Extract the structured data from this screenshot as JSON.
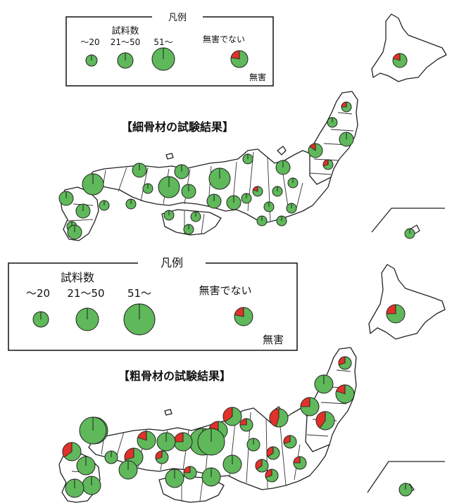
{
  "colors": {
    "harmless": "#5fb85a",
    "not_harmless": "#e0322a",
    "outline": "#222222",
    "land": "#ffffff"
  },
  "upper": {
    "title": "【細骨材の試験結果】",
    "legend": {
      "title": "凡例",
      "sample_count_label": "試料数",
      "size_classes": [
        "〜20",
        "21〜50",
        "51〜"
      ],
      "not_harmless_label": "無害でない",
      "harmless_label": "無害"
    },
    "pies": [
      {
        "region": "hokkaido",
        "size_class": 1,
        "not_harmless_fraction": 0.2
      },
      {
        "region": "tohoku-1",
        "size_class": 0,
        "not_harmless_fraction": 0.25
      },
      {
        "region": "tohoku-2",
        "size_class": 1,
        "not_harmless_fraction": 0
      },
      {
        "region": "tohoku-3",
        "size_class": 0,
        "not_harmless_fraction": 0
      },
      {
        "region": "tohoku-4",
        "size_class": 1,
        "not_harmless_fraction": 0.15
      },
      {
        "region": "tohoku-5",
        "size_class": 0,
        "not_harmless_fraction": 0.3
      },
      {
        "region": "kanto-1",
        "size_class": 1,
        "not_harmless_fraction": 0
      },
      {
        "region": "kanto-2",
        "size_class": 0,
        "not_harmless_fraction": 0
      },
      {
        "region": "kanto-3",
        "size_class": 0,
        "not_harmless_fraction": 0
      },
      {
        "region": "kanto-4",
        "size_class": 0,
        "not_harmless_fraction": 0
      },
      {
        "region": "kanto-5",
        "size_class": 0,
        "not_harmless_fraction": 0
      },
      {
        "region": "chubu-1",
        "size_class": 0,
        "not_harmless_fraction": 0
      },
      {
        "region": "chubu-2",
        "size_class": 0,
        "not_harmless_fraction": 0.2
      },
      {
        "region": "chubu-3",
        "size_class": 0,
        "not_harmless_fraction": 0
      },
      {
        "region": "chubu-4",
        "size_class": 0,
        "not_harmless_fraction": 0
      },
      {
        "region": "chubu-5",
        "size_class": 0,
        "not_harmless_fraction": 0
      },
      {
        "region": "kansai-1",
        "size_class": 1,
        "not_harmless_fraction": 0
      },
      {
        "region": "kansai-2",
        "size_class": 1,
        "not_harmless_fraction": 0
      },
      {
        "region": "kansai-3",
        "size_class": 0,
        "not_harmless_fraction": 0
      },
      {
        "region": "kansai-4",
        "size_class": 0,
        "not_harmless_fraction": 0
      },
      {
        "region": "chugoku-1",
        "size_class": 2,
        "not_harmless_fraction": 0
      },
      {
        "region": "chugoku-2",
        "size_class": 1,
        "not_harmless_fraction": 0
      },
      {
        "region": "chugoku-3",
        "size_class": 2,
        "not_harmless_fraction": 0
      },
      {
        "region": "chugoku-4",
        "size_class": 1,
        "not_harmless_fraction": 0
      },
      {
        "region": "chugoku-5",
        "size_class": 1,
        "not_harmless_fraction": 0
      },
      {
        "region": "shikoku-1",
        "size_class": 0,
        "not_harmless_fraction": 0
      },
      {
        "region": "shikoku-2",
        "size_class": 0,
        "not_harmless_fraction": 0
      },
      {
        "region": "shikoku-3",
        "size_class": 0,
        "not_harmless_fraction": 0
      },
      {
        "region": "kyushu-1",
        "size_class": 1,
        "not_harmless_fraction": 0
      },
      {
        "region": "kyushu-2",
        "size_class": 2,
        "not_harmless_fraction": 0
      },
      {
        "region": "kyushu-3",
        "size_class": 1,
        "not_harmless_fraction": 0
      },
      {
        "region": "kyushu-4",
        "size_class": 0,
        "not_harmless_fraction": 0
      },
      {
        "region": "kyushu-5",
        "size_class": 1,
        "not_harmless_fraction": 0
      },
      {
        "region": "kyushu-6",
        "size_class": 0,
        "not_harmless_fraction": 0
      },
      {
        "region": "okinawa",
        "size_class": 0,
        "not_harmless_fraction": 0
      }
    ]
  },
  "lower": {
    "title": "【粗骨材の試験結果】",
    "legend": {
      "title": "凡例",
      "sample_count_label": "試料数",
      "size_classes": [
        "〜20",
        "21〜50",
        "51〜"
      ],
      "not_harmless_label": "無害でない",
      "harmless_label": "無害"
    },
    "pies": [
      {
        "region": "hokkaido",
        "size_class": 1,
        "not_harmless_fraction": 0.25
      },
      {
        "region": "tohoku-1",
        "size_class": 0,
        "not_harmless_fraction": 0.3
      },
      {
        "region": "tohoku-2",
        "size_class": 1,
        "not_harmless_fraction": 0.2
      },
      {
        "region": "tohoku-3",
        "size_class": 1,
        "not_harmless_fraction": 0
      },
      {
        "region": "tohoku-4",
        "size_class": 1,
        "not_harmless_fraction": 0.25
      },
      {
        "region": "tohoku-5",
        "size_class": 1,
        "not_harmless_fraction": 0.4
      },
      {
        "region": "kanto-1",
        "size_class": 1,
        "not_harmless_fraction": 0.45
      },
      {
        "region": "kanto-2",
        "size_class": 0,
        "not_harmless_fraction": 0.3
      },
      {
        "region": "kanto-3",
        "size_class": 0,
        "not_harmless_fraction": 0.35
      },
      {
        "region": "kanto-4",
        "size_class": 0,
        "not_harmless_fraction": 0.25
      },
      {
        "region": "kanto-5",
        "size_class": 0,
        "not_harmless_fraction": 0.3
      },
      {
        "region": "chubu-1",
        "size_class": 1,
        "not_harmless_fraction": 0.35
      },
      {
        "region": "chubu-2",
        "size_class": 1,
        "not_harmless_fraction": 0.4
      },
      {
        "region": "chubu-3",
        "size_class": 0,
        "not_harmless_fraction": 0.25
      },
      {
        "region": "chubu-4",
        "size_class": 0,
        "not_harmless_fraction": 0
      },
      {
        "region": "chubu-5",
        "size_class": 0,
        "not_harmless_fraction": 0.35
      },
      {
        "region": "kansai-1",
        "size_class": 1,
        "not_harmless_fraction": 0
      },
      {
        "region": "kansai-2",
        "size_class": 2,
        "not_harmless_fraction": 0
      },
      {
        "region": "kansai-3",
        "size_class": 1,
        "not_harmless_fraction": 0.25
      },
      {
        "region": "kansai-4",
        "size_class": 0,
        "not_harmless_fraction": 0.3
      },
      {
        "region": "chugoku-1",
        "size_class": 2,
        "not_harmless_fraction": 0
      },
      {
        "region": "chugoku-2",
        "size_class": 1,
        "not_harmless_fraction": 0.2
      },
      {
        "region": "chugoku-3",
        "size_class": 2,
        "not_harmless_fraction": 0
      },
      {
        "region": "chugoku-4",
        "size_class": 1,
        "not_harmless_fraction": 0.3
      },
      {
        "region": "chugoku-5",
        "size_class": 1,
        "not_harmless_fraction": 0
      },
      {
        "region": "shikoku-1",
        "size_class": 0,
        "not_harmless_fraction": 0.25
      },
      {
        "region": "shikoku-2",
        "size_class": 1,
        "not_harmless_fraction": 0
      },
      {
        "region": "shikoku-3",
        "size_class": 1,
        "not_harmless_fraction": 0
      },
      {
        "region": "kyushu-1",
        "size_class": 1,
        "not_harmless_fraction": 0.35
      },
      {
        "region": "kyushu-2",
        "size_class": 2,
        "not_harmless_fraction": 0
      },
      {
        "region": "kyushu-3",
        "size_class": 1,
        "not_harmless_fraction": 0
      },
      {
        "region": "kyushu-4",
        "size_class": 1,
        "not_harmless_fraction": 0
      },
      {
        "region": "kyushu-5",
        "size_class": 1,
        "not_harmless_fraction": 0
      },
      {
        "region": "kyushu-6",
        "size_class": 0,
        "not_harmless_fraction": 0
      },
      {
        "region": "kyushu-7",
        "size_class": 1,
        "not_harmless_fraction": 0
      },
      {
        "region": "okinawa",
        "size_class": 0,
        "not_harmless_fraction": 0
      }
    ]
  }
}
